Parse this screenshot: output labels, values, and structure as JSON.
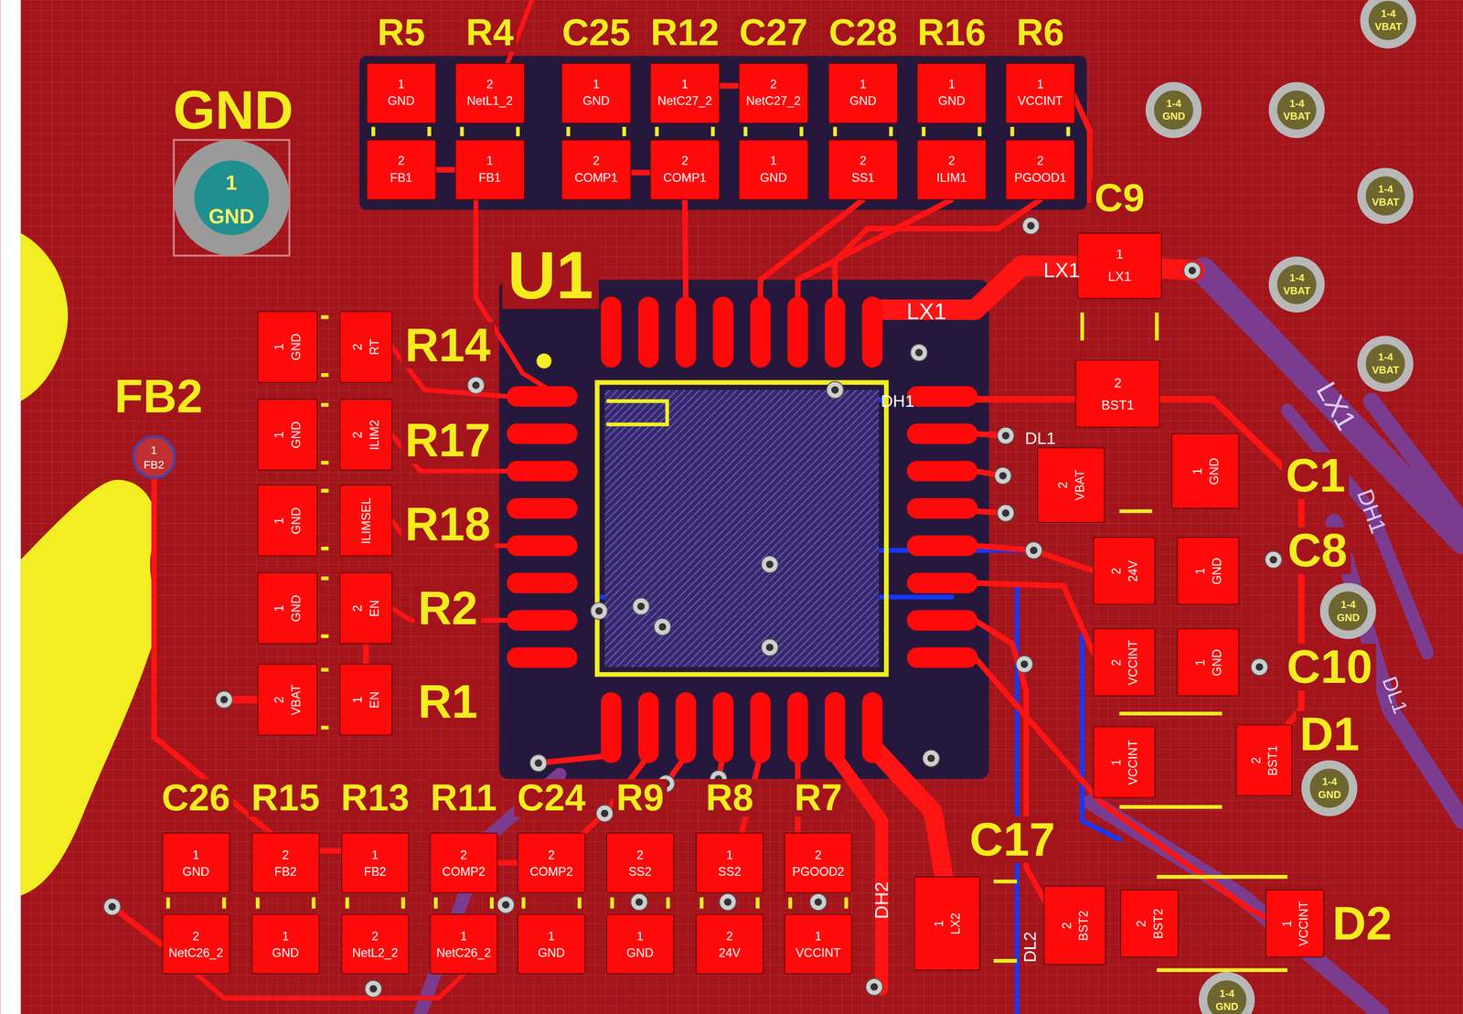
{
  "diagram": {
    "labels": [
      "R5",
      "R4",
      "C25",
      "R12",
      "C27",
      "C28",
      "R16",
      "R6",
      "1",
      "GND",
      "2",
      "FB1",
      "2",
      "NetL1_2",
      "1",
      "FB1",
      "1",
      "GND",
      "2",
      "COMP1",
      "1",
      "NetC27_2",
      "2",
      "COMP1",
      "2",
      "NetC27_2",
      "1",
      "GND",
      "1",
      "GND",
      "2",
      "SS1",
      "1",
      "GND",
      "2",
      "ILIM1",
      "1",
      "VCCINT",
      "2",
      "PGOOD1",
      "GND",
      "1",
      "GND",
      "U1",
      "LX1",
      "LX1",
      "C9",
      "1",
      "LX1",
      "2",
      "BST1",
      "DH1",
      "DL1",
      "R14",
      "1",
      "GND",
      "2",
      "RT",
      "R17",
      "1",
      "GND",
      "2",
      "ILIM2",
      "R18",
      "1",
      "GND",
      "ILIMSEL",
      "R2",
      "1",
      "GND",
      "2",
      "EN",
      "R1",
      "2",
      "VBAT",
      "1",
      "EN",
      "FB2",
      "1",
      "FB2",
      "C26",
      "R15",
      "R13",
      "R11",
      "C24",
      "R9",
      "R8",
      "R7",
      "1",
      "GND",
      "2",
      "NetC26_2",
      "2",
      "FB2",
      "1",
      "GND",
      "1",
      "FB2",
      "2",
      "NetL2_2",
      "2",
      "COMP2",
      "1",
      "NetC26_2",
      "2",
      "COMP2",
      "1",
      "GND",
      "2",
      "SS2",
      "1",
      "GND",
      "1",
      "SS2",
      "2",
      "24V",
      "2",
      "PGOOD2",
      "1",
      "VCCINT",
      "C1",
      "C8",
      "C10",
      "D1",
      "C17",
      "D2",
      "2",
      "VBAT",
      "1",
      "GND",
      "2",
      "24V",
      "1",
      "GND",
      "2",
      "VCCINT",
      "1",
      "GND",
      "1",
      "VCCINT",
      "2",
      "BST1",
      "1",
      "LX2",
      "2",
      "BST2",
      "2",
      "BST2",
      "1",
      "VCCINT",
      "DL2",
      "DH2",
      "LX1",
      "DH1",
      "DL1",
      "1-4",
      "VBAT",
      "1-4",
      "GND",
      "1-4",
      "VBAT",
      "1-4",
      "VBAT",
      "1-4",
      "VBAT",
      "1-4",
      "VBAT",
      "1-4",
      "GND",
      "1-4",
      "GND",
      "1-4",
      "GND"
    ]
  }
}
